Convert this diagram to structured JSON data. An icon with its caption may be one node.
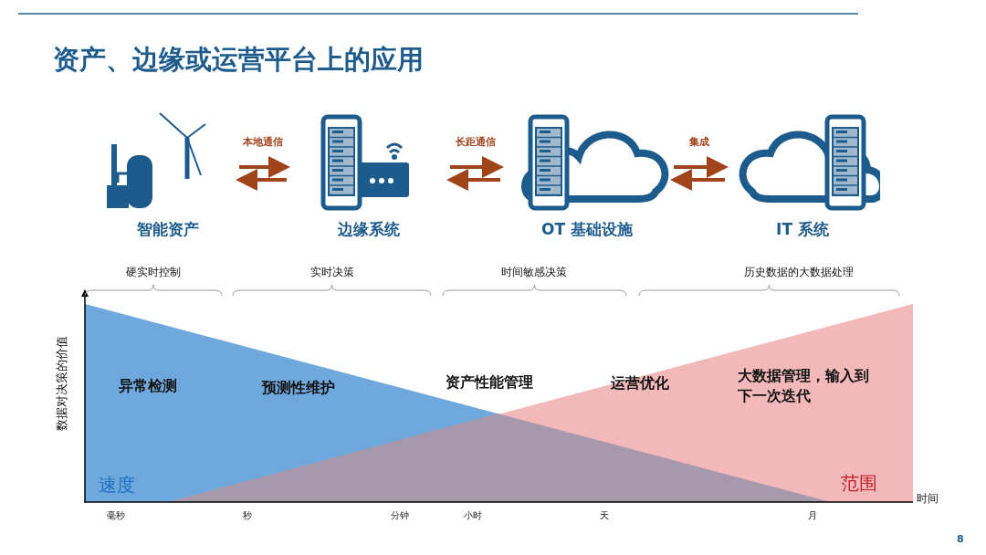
{
  "diagram": {
    "title": "资产、边缘或运营平台上的应用",
    "nodes": [
      {
        "text": [
          "智能资产"
        ]
      },
      {
        "text": [
          "边缘系统"
        ]
      },
      {
        "text": [
          "OT 基础设施"
        ]
      },
      {
        "text": [
          "IT 系统"
        ]
      }
    ],
    "edges": [
      {
        "from": 0,
        "to": 1,
        "arrow": "to",
        "label": "本地通信"
      },
      {
        "from": 1,
        "to": 0,
        "arrow": "to"
      },
      {
        "from": 1,
        "to": 2,
        "arrow": "to",
        "label": "长距通信"
      },
      {
        "from": 2,
        "to": 1,
        "arrow": "to"
      },
      {
        "from": 2,
        "to": 3,
        "arrow": "to",
        "label": "集成"
      },
      {
        "from": 3,
        "to": 2,
        "arrow": "to"
      }
    ],
    "labels": [
      "硬实时控制",
      "实时决策",
      "时间敏感决策",
      "历史数据的大数据处理",
      "数据对决策的价值",
      "异常检测",
      "预测性维护",
      "资产性能管理",
      "运营优化",
      "大数据管理，输入到下一次迭代",
      "速度",
      "范围",
      "时间",
      "毫秒",
      "秒",
      "分钟",
      "小时",
      "天",
      "月",
      "8"
    ]
  }
}
